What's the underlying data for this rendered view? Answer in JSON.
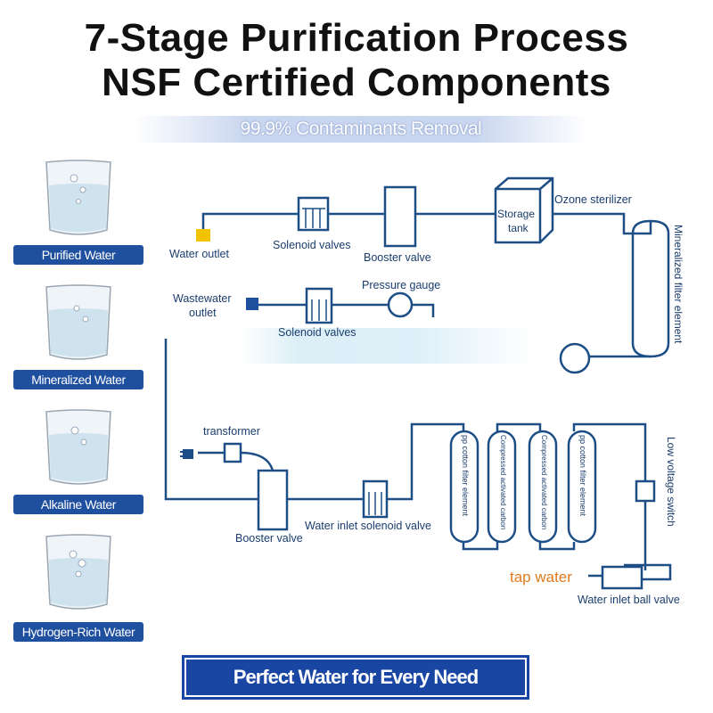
{
  "header": {
    "title_line1": "7-Stage Purification Process",
    "title_line2": "NSF Certified Components",
    "banner": "99.9% Contaminants Removal"
  },
  "water_types": [
    {
      "label": "Purified Water"
    },
    {
      "label": "Mineralized Water"
    },
    {
      "label": "Alkaline Water"
    },
    {
      "label": "Hydrogen-Rich Water"
    }
  ],
  "diagram": {
    "labels": {
      "water_outlet": "Water outlet",
      "solenoid_valves_top": "Solenoid valves",
      "booster_valve_top": "Booster valve",
      "storage_tank_1": "Storage",
      "storage_tank_2": "tank",
      "ozone_sterilizer": "Ozone sterilizer",
      "mineralized_filter": "Mineralized filter element",
      "wastewater_outlet_1": "Wastewater",
      "wastewater_outlet_2": "outlet",
      "pressure_gauge": "Pressure gauge",
      "solenoid_valves_mid": "Solenoid valves",
      "transformer": "transformer",
      "booster_valve_bottom": "Booster valve",
      "water_inlet_solenoid": "Water inlet solenoid valve",
      "pp_cotton_1": "pp cotton filter element",
      "compressed_carbon_1": "Compressed activated carbon",
      "compressed_carbon_2": "Compressed activated carbon",
      "pp_cotton_2": "pp cotton filter element",
      "low_voltage_switch": "Low voltage switch",
      "tap_water": "tap water",
      "water_inlet_ball_valve": "Water inlet ball valve"
    },
    "colors": {
      "pipe": "#1d4f86",
      "outlet_marker": "#f2c200",
      "waste_marker": "#1f4f9f",
      "tap_text": "#e07b1f"
    }
  },
  "footer": {
    "label": "Perfect Water for Every Need"
  }
}
